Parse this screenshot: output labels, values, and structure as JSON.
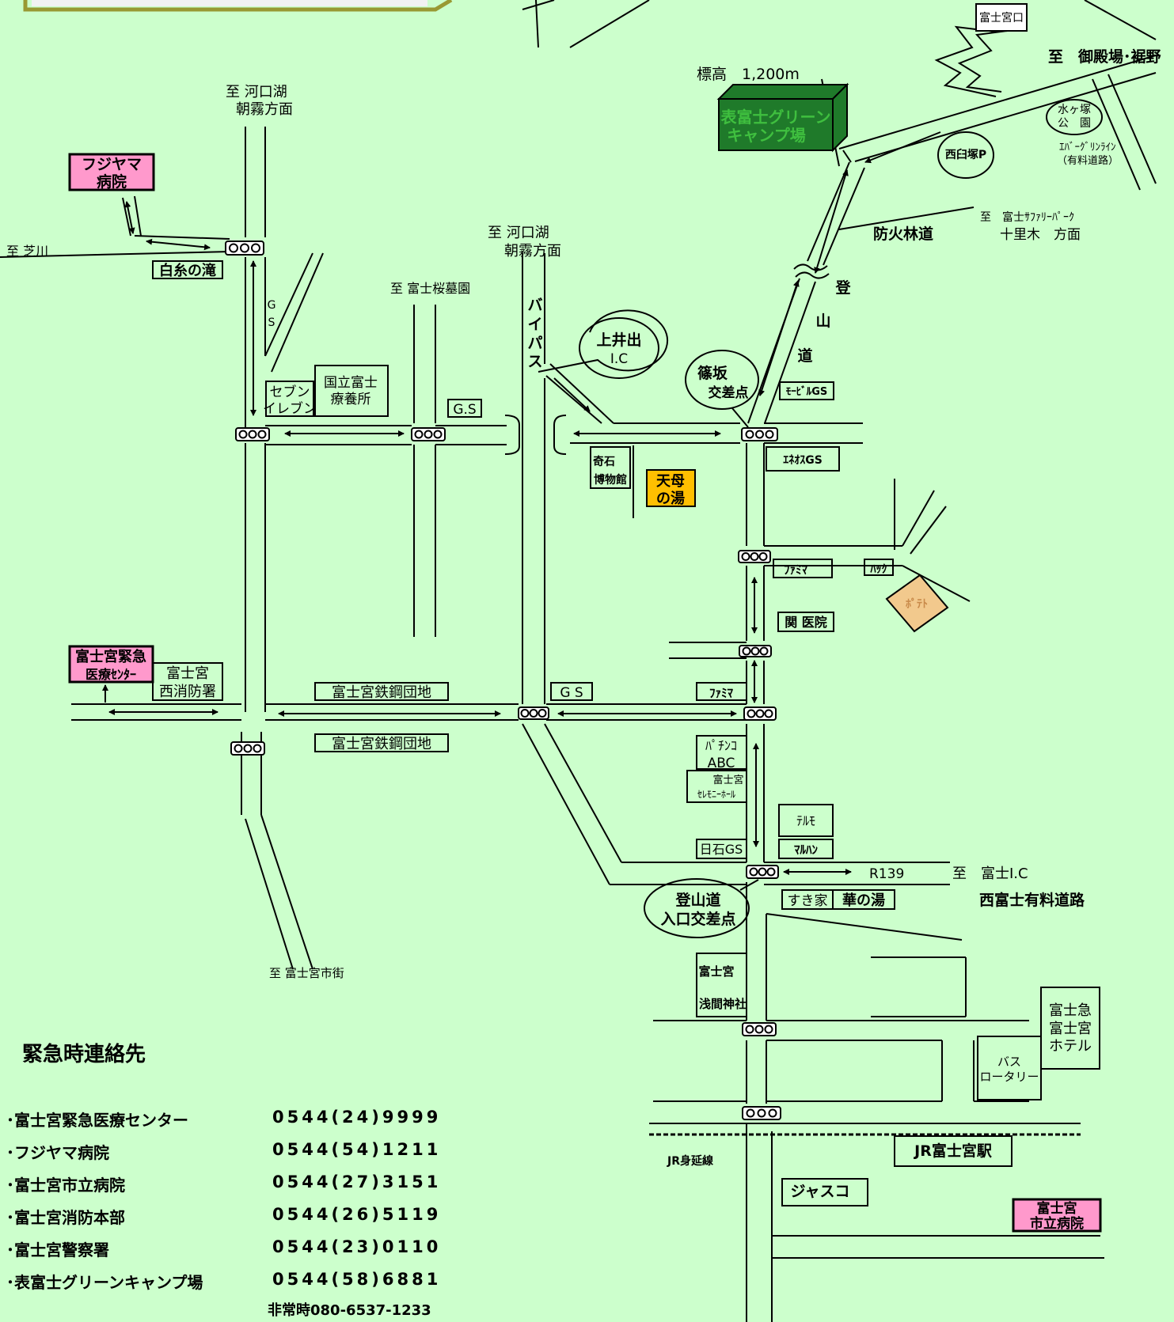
{
  "labels": {
    "fujinomiya_guchi": "富士宮口",
    "to_gotemba": "至　御殿場･裾野",
    "altitude": "標高　1,200m",
    "camp_line1": "表富士グリーン",
    "camp_line2": "キャンプ場",
    "mizugatsuka_1": "水ヶ塚",
    "mizugatsuka_2": "公　園",
    "nishiusuzuka": "西臼塚P",
    "evergreen_1": "ｴﾊﾞｰｸﾞﾘﾝﾗｲﾝ",
    "evergreen_2": "（有料道路）",
    "to_kawaguchi_1a": "至 河口湖",
    "to_kawaguchi_1b": "朝霧方面",
    "fujiyama_hosp_1": "フジヤマ",
    "fujiyama_hosp_2": "病院",
    "to_shibakawa": "至 芝川",
    "shiraito": "白糸の滝",
    "gs_v1": "G",
    "gs_v2": "S",
    "seven_1": "セブン",
    "seven_2": "イレブン",
    "sanatorium_1": "国立富士",
    "sanatorium_2": "療養所",
    "to_sakura": "至 富士桜墓園",
    "gs_dot": "G.S",
    "to_kawaguchi_2a": "至 河口湖",
    "to_kawaguchi_2b": "朝霧方面",
    "bypass_1": "バ",
    "bypass_2": "イ",
    "bypass_3": "パ",
    "bypass_4": "ス",
    "kamiide_1": "上井出",
    "kamiide_2": "I.C",
    "shinosaka_1": "篠坂",
    "shinosaka_2": "交差点",
    "mobil": "ﾓｰﾋﾞﾙGS",
    "tozan_1": "登",
    "tozan_2": "山",
    "tozan_3": "道",
    "bokabrindo": "防火林道",
    "to_safari_1": "至　富士ｻﾌｧﾘｰﾊﾟｰｸ",
    "to_safari_2": "十里木　方面",
    "kiseki_1": "奇石",
    "kiseki_2": "博物館",
    "tenmo_1": "天母",
    "tenmo_2": "の湯",
    "eneos": "ｴﾈｵｽGS",
    "famima_1": "ﾌｧﾐﾏ",
    "hakku": "ﾊｯｸ",
    "potet": "ﾎﾟﾃﾄ",
    "seki_clinic": "関 医院",
    "emergency_center_1": "富士宮緊急",
    "emergency_center_2": "医療ｾﾝﾀｰ",
    "west_fire_1": "富士宮",
    "west_fire_2": "西消防署",
    "steel_1": "富士宮鉄鋼団地",
    "steel_2": "富士宮鉄鋼団地",
    "gs_space": "G S",
    "famima_2": "ﾌｧﾐﾏ",
    "pachinko_1": "ﾊﾟﾁﾝｺ",
    "pachinko_2": "ABC",
    "ceremony_1": "富士宮",
    "ceremony_2": "ｾﾚﾓﾆｰﾎｰﾙ",
    "terumo": "ﾃﾙﾓ",
    "maruhan": "ﾏﾙﾊﾝ",
    "nisseki": "日石GS",
    "r139": "R139",
    "to_fuji_ic": "至　富士I.C",
    "nishifuji_toll": "西富士有料道路",
    "tozando_entry_1": "登山道",
    "tozando_entry_2": "入口交差点",
    "sukiya": "すき家",
    "hananoyu": "華の湯",
    "to_city": "至 富士宮市街",
    "sengen_1": "富士宮",
    "sengen_2": "浅間神社",
    "fujikyu_1": "富士急",
    "fujikyu_2": "富士宮",
    "fujikyu_3": "ホテル",
    "bus_1": "バス",
    "bus_2": "ロータリー",
    "minobu": "JR身延線",
    "jr_station": "JR富士宮駅",
    "jusco": "ジャスコ",
    "city_hosp_1": "富士宮",
    "city_hosp_2": "市立病院"
  },
  "contacts": {
    "title": "緊急時連絡先",
    "items": [
      {
        "name": "･富士宮緊急医療センター",
        "tel": "0544(24)9999"
      },
      {
        "name": "･フジヤマ病院",
        "tel": "0544(54)1211"
      },
      {
        "name": "･富士宮市立病院",
        "tel": "0544(27)3151"
      },
      {
        "name": "･富士宮消防本部",
        "tel": "0544(26)5119"
      },
      {
        "name": "･富士宮警察署",
        "tel": "0544(23)0110"
      },
      {
        "name": "･表富士グリーンキャンプ場",
        "tel": "0544(58)6881"
      }
    ],
    "emergency_phone": "非常時080-6537-1233"
  },
  "colors": {
    "background": "#ccffcc",
    "camp_green": "#1f7a2a",
    "camp_text": "#3fbf3f",
    "hospital_pink": "#ff99cc",
    "onsen_orange": "#ffbf00",
    "potet_tan": "#f2c98d",
    "header_bar_olive": "#999933"
  }
}
